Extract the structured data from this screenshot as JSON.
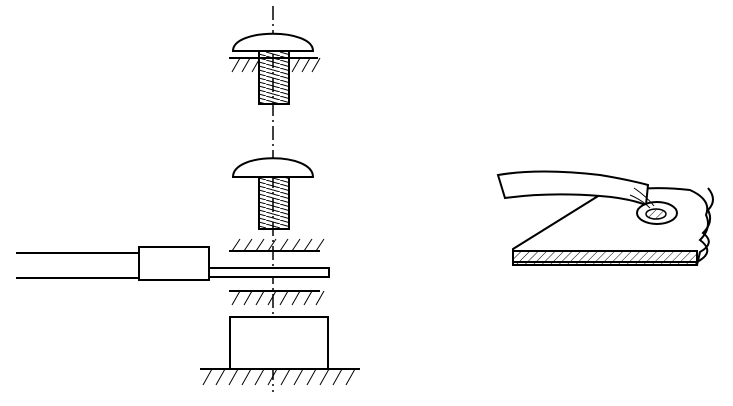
{
  "figure": {
    "stroke_color": "#000000",
    "background": "#ffffff",
    "views": [
      {
        "id": "assembly-exploded",
        "parts": [
          "screw",
          "upper-plate-hatched",
          "screw",
          "terminal-lug-with-wire",
          "lower-plate-hatched",
          "terminal-block",
          "base-hatched"
        ]
      },
      {
        "id": "crimp-detail",
        "parts": [
          "wire",
          "lug-eye",
          "plate-hatched"
        ]
      }
    ]
  }
}
